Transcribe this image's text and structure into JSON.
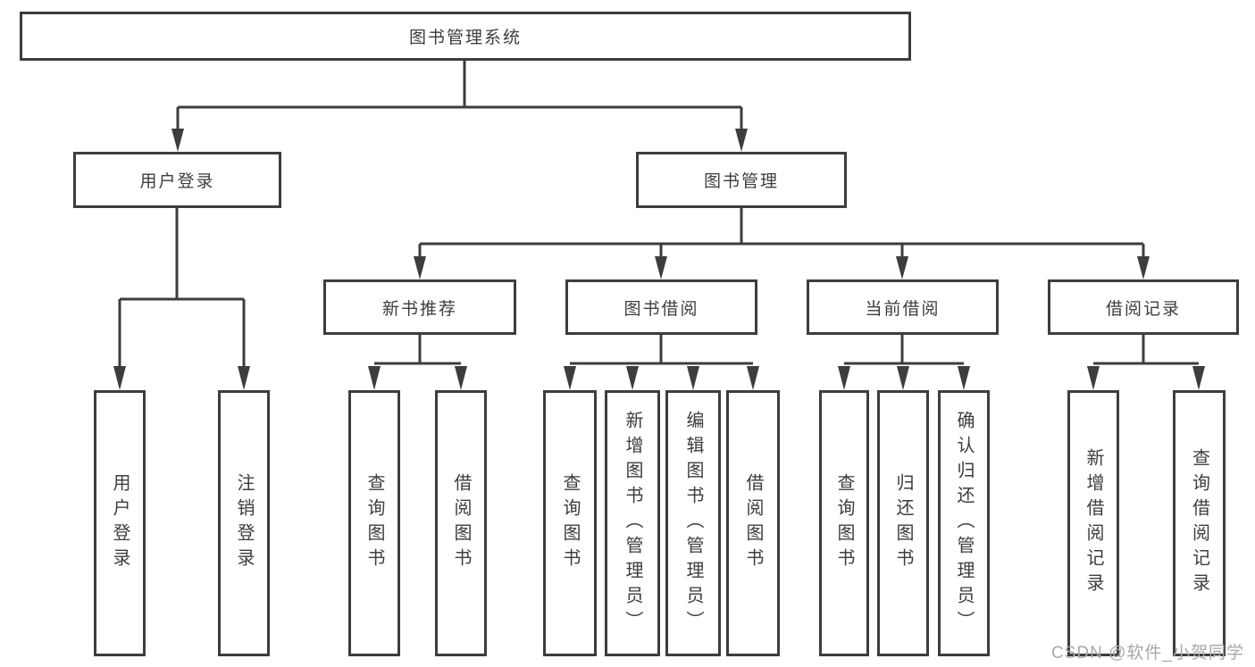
{
  "colors": {
    "line": "#3d3d3d",
    "text": "#3d3d3d",
    "box_bg": "#ffffff",
    "watermark": "#a8a8a8"
  },
  "watermark": {
    "text": "CSDN @软件_小贺同学"
  },
  "nodes": {
    "root": {
      "label": "图书管理系统"
    },
    "user_login": {
      "label": "用户登录"
    },
    "book_mgmt": {
      "label": "图书管理"
    },
    "new_book_rec": {
      "label": "新书推荐"
    },
    "book_borrow": {
      "label": "图书借阅"
    },
    "current_borrow": {
      "label": "当前借阅"
    },
    "borrow_records": {
      "label": "借阅记录"
    },
    "leaf_user_login": {
      "label": "用户登录"
    },
    "leaf_logout": {
      "label": "注销登录"
    },
    "leaf_query_book_1": {
      "label": "查询图书"
    },
    "leaf_borrow_book_1": {
      "label": "借阅图书"
    },
    "leaf_query_book_2": {
      "label": "查询图书"
    },
    "leaf_add_book": {
      "label": "新增图书（管理员）"
    },
    "leaf_edit_book": {
      "label": "编辑图书（管理员）"
    },
    "leaf_borrow_book_2": {
      "label": "借阅图书"
    },
    "leaf_query_book_3": {
      "label": "查询图书"
    },
    "leaf_return_book": {
      "label": "归还图书"
    },
    "leaf_confirm_return": {
      "label": "确认归还（管理员）"
    },
    "leaf_add_record": {
      "label": "新增借阅记录"
    },
    "leaf_query_record": {
      "label": "查询借阅记录"
    }
  },
  "structure": {
    "图书管理系统": {
      "用户登录": [
        "用户登录",
        "注销登录"
      ],
      "图书管理": {
        "新书推荐": [
          "查询图书",
          "借阅图书"
        ],
        "图书借阅": [
          "查询图书",
          "新增图书（管理员）",
          "编辑图书（管理员）",
          "借阅图书"
        ],
        "当前借阅": [
          "查询图书",
          "归还图书",
          "确认归还（管理员）"
        ],
        "借阅记录": [
          "新增借阅记录",
          "查询借阅记录"
        ]
      }
    }
  }
}
